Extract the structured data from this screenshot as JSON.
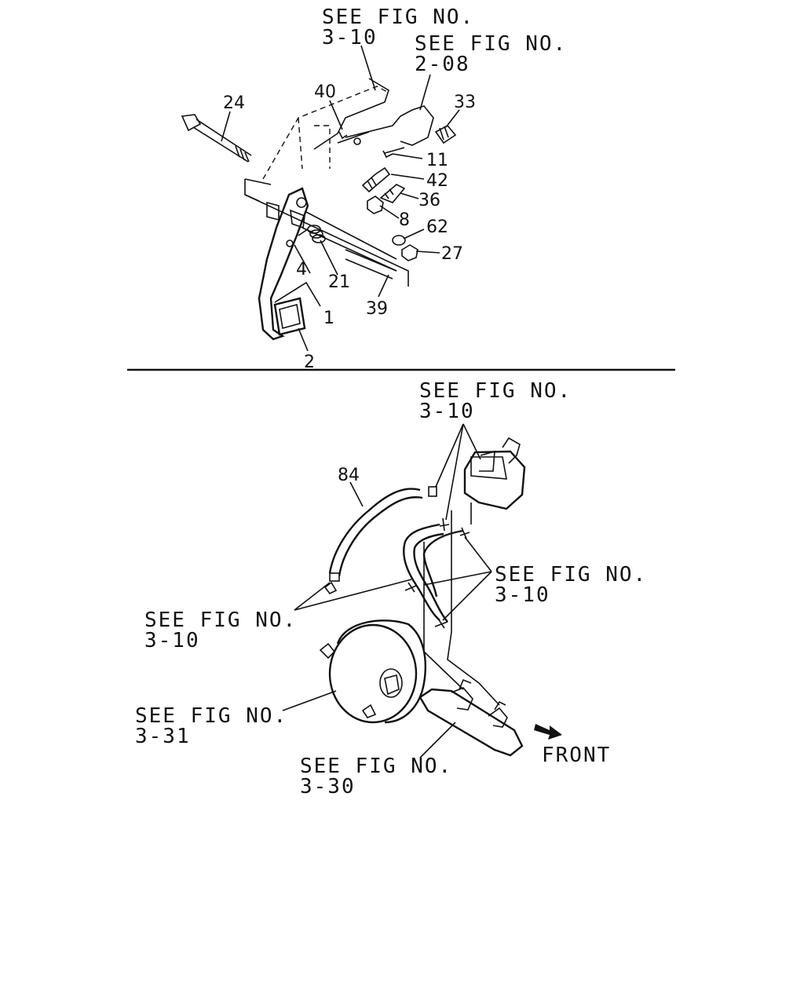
{
  "upper_section": {
    "refs": {
      "ref_3_10_top": {
        "line1": "SEE FIG NO.",
        "line2": "3-10"
      },
      "ref_2_08": {
        "line1": "SEE FIG NO.",
        "line2": "2-08"
      }
    },
    "part_numbers": {
      "p24": "24",
      "p40": "40",
      "p33": "33",
      "p11": "11",
      "p42": "42",
      "p36": "36",
      "p8": "8",
      "p62": "62",
      "p27": "27",
      "p4": "4",
      "p21": "21",
      "p1": "1",
      "p39": "39",
      "p2": "2"
    }
  },
  "lower_section": {
    "refs": {
      "ref_3_10_reservoir": {
        "line1": "SEE FIG NO.",
        "line2": "3-10"
      },
      "ref_3_10_right": {
        "line1": "SEE FIG NO.",
        "line2": "3-10"
      },
      "ref_3_10_left": {
        "line1": "SEE FIG NO.",
        "line2": "3-10"
      },
      "ref_3_31": {
        "line1": "SEE FIG NO.",
        "line2": "3-31"
      },
      "ref_3_30": {
        "line1": "SEE FIG NO.",
        "line2": "3-30"
      }
    },
    "part_numbers": {
      "p84": "84"
    },
    "direction_label": "FRONT"
  }
}
